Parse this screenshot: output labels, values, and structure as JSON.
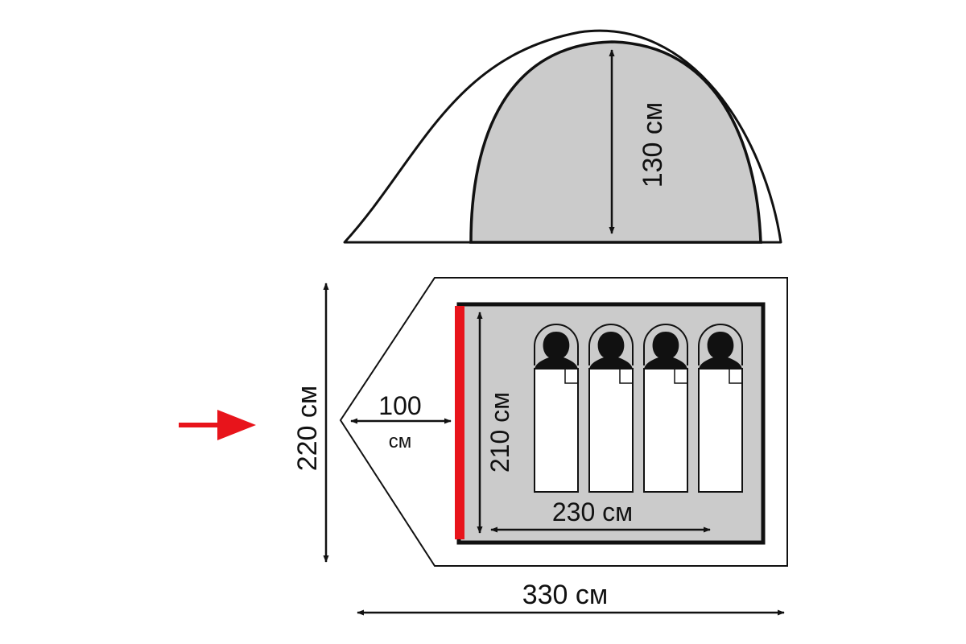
{
  "dimensions": {
    "inner_height": "130 см",
    "overall_width": "220 см",
    "vestibule_depth_value": "100",
    "vestibule_depth_unit": "см",
    "inner_width": "210 см",
    "inner_length": "230 см",
    "overall_length": "330 см"
  },
  "sleeping_places": 4,
  "colors": {
    "outline": "#111111",
    "inner_tent": "#cbcbcb",
    "entrance_marker": "#e8141b",
    "entrance_arrow": "#e8141b",
    "mat": "#ffffff"
  },
  "icons": {
    "person": "person-silhouette-icon",
    "entrance_arrow": "arrow-right-icon"
  }
}
